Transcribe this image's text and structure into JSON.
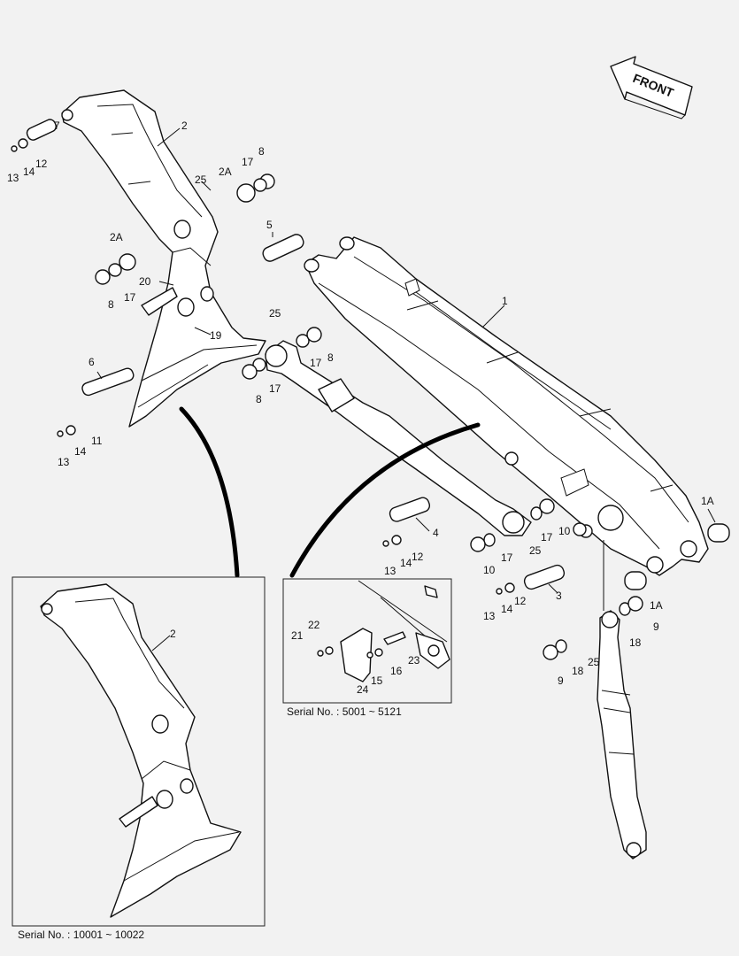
{
  "diagram": {
    "front_label": "FRONT",
    "inset_left_serial": "Serial No. : 10001 ~ 10022",
    "inset_mid_serial": "Serial No. : 5001 ~ 5121",
    "callouts": [
      {
        "id": "c1",
        "text": "1"
      },
      {
        "id": "c1a_a",
        "text": "1A"
      },
      {
        "id": "c1a_b",
        "text": "1A"
      },
      {
        "id": "c2",
        "text": "2"
      },
      {
        "id": "c2a_a",
        "text": "2A"
      },
      {
        "id": "c2a_b",
        "text": "2A"
      },
      {
        "id": "c3",
        "text": "3"
      },
      {
        "id": "c4",
        "text": "4"
      },
      {
        "id": "c5",
        "text": "5"
      },
      {
        "id": "c6",
        "text": "6"
      },
      {
        "id": "c7",
        "text": "7"
      },
      {
        "id": "c8_a",
        "text": "8"
      },
      {
        "id": "c8_b",
        "text": "8"
      },
      {
        "id": "c8_c",
        "text": "8"
      },
      {
        "id": "c8_d",
        "text": "8"
      },
      {
        "id": "c9_a",
        "text": "9"
      },
      {
        "id": "c9_b",
        "text": "9"
      },
      {
        "id": "c10_a",
        "text": "10"
      },
      {
        "id": "c10_b",
        "text": "10"
      },
      {
        "id": "c11",
        "text": "11"
      },
      {
        "id": "c12_a",
        "text": "12"
      },
      {
        "id": "c12_b",
        "text": "12"
      },
      {
        "id": "c12_c",
        "text": "12"
      },
      {
        "id": "c13_a",
        "text": "13"
      },
      {
        "id": "c13_b",
        "text": "13"
      },
      {
        "id": "c13_c",
        "text": "13"
      },
      {
        "id": "c13_d",
        "text": "13"
      },
      {
        "id": "c14_a",
        "text": "14"
      },
      {
        "id": "c14_b",
        "text": "14"
      },
      {
        "id": "c14_c",
        "text": "14"
      },
      {
        "id": "c14_d",
        "text": "14"
      },
      {
        "id": "c15",
        "text": "15"
      },
      {
        "id": "c16",
        "text": "16"
      },
      {
        "id": "c17_a",
        "text": "17"
      },
      {
        "id": "c17_b",
        "text": "17"
      },
      {
        "id": "c17_c",
        "text": "17"
      },
      {
        "id": "c17_d",
        "text": "17"
      },
      {
        "id": "c17_e",
        "text": "17"
      },
      {
        "id": "c17_f",
        "text": "17"
      },
      {
        "id": "c18_a",
        "text": "18"
      },
      {
        "id": "c18_b",
        "text": "18"
      },
      {
        "id": "c19",
        "text": "19"
      },
      {
        "id": "c20",
        "text": "20"
      },
      {
        "id": "c21",
        "text": "21"
      },
      {
        "id": "c22",
        "text": "22"
      },
      {
        "id": "c23",
        "text": "23"
      },
      {
        "id": "c24",
        "text": "24"
      },
      {
        "id": "c25_a",
        "text": "25"
      },
      {
        "id": "c25_b",
        "text": "25"
      },
      {
        "id": "c25_c",
        "text": "25"
      },
      {
        "id": "c25_d",
        "text": "25"
      },
      {
        "id": "c2_inset",
        "text": "2"
      }
    ]
  }
}
